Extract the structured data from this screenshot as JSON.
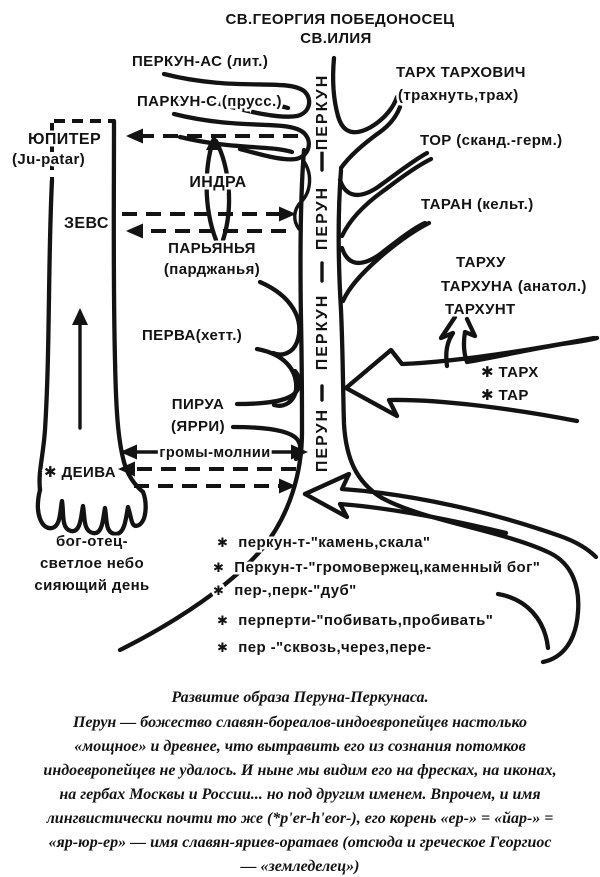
{
  "colors": {
    "ink": "#131313",
    "paper": "#ffffff"
  },
  "header": {
    "saint_george": "СВ.ГЕОРГИЯ ПОБЕДОНОСЕЦ",
    "saint_ilya": "СВ.ИЛИЯ"
  },
  "baltic": {
    "lithuanian": "ПЕРКУН-АС (лит.)",
    "prussian": "ПАРКУН-С (прусс.)"
  },
  "jupiter_column": {
    "jupiter": "ЮПИТЕР",
    "jupiter_latin": "(Ju-patar)",
    "zeus": "ЗЕВС",
    "deiva": "✱ ДЕИВА",
    "root_line1": "бог-отец-",
    "root_line2": "светлое небо",
    "root_line3": "сияющий день"
  },
  "indic": {
    "indra": "ИНДРА",
    "parjanya": "ПАРЬЯНЬЯ",
    "parjanya_alt": "(парджанья)"
  },
  "hittite": {
    "perva": "ПЕРВА(хетт.)",
    "pirua": "ПИРУА",
    "yarri": "(ЯРРИ)"
  },
  "thunder_arrow_label": "громы-молнии",
  "trunk_words": {
    "top": "ПЕРКУН",
    "upper_mid": "ПЕРУН",
    "lower_mid": "ПЕРКУН",
    "bottom": "ПЕРУН"
  },
  "right_branches": {
    "tarh_tarhovich": "ТАРХ ТАРХОВИЧ",
    "tarh_tarhovich_note": "(трахнуть,трах)",
    "tor": "ТОР (сканд.-герм.)",
    "taran": "ТАРАН (кельт.)",
    "tarhu": "ТАРХУ",
    "tarhuna": "ТАРХУНА (анатол.)",
    "tarhunt": "ТАРХУНТ",
    "tarh_root": "✱ ТАРХ",
    "tar_root": "✱ ТАР"
  },
  "etymology": {
    "bullet": "✱",
    "items": [
      "перкун-т-\"камень,скала\"",
      "Перкун-т-\"громовержец,каменный бог\"",
      "пер-,перк-\"дуб\"",
      "перперти-\"побивать,пробивать\"",
      "пер -\"сквозь,через,пере-"
    ]
  },
  "caption": {
    "title": "Развитие образа Перуна-Перкунаса.",
    "lines": [
      "Перун — божество славян-бореалов-индоевропейцев настолько",
      "«мощное» и древнее, что вытравить его из сознания потомков",
      "индоевропейцев не удалось. И ныне мы видим его на фресках, на иконах,",
      "на гербах Москвы и России... но под другим именем. Впрочем, и имя",
      "лингвистически почти то же (*p'er-h'eor-), его корень «ер-» = «йар-» =",
      "«яр-юр-ер» — имя славян-яриев-оратаев (отсюда и греческое Георгиос",
      "— «земледелец»)"
    ]
  }
}
